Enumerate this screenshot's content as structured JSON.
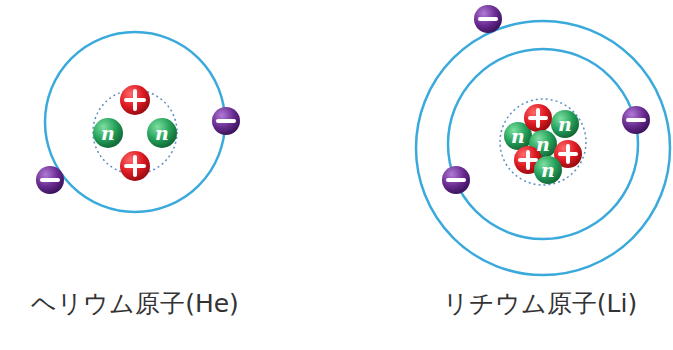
{
  "diagram": {
    "labels": [
      "ヘリウム原子(He)",
      "リチウム原子(Li)",
      "n",
      "n",
      "n",
      "n",
      "n",
      "n"
    ]
  }
}
